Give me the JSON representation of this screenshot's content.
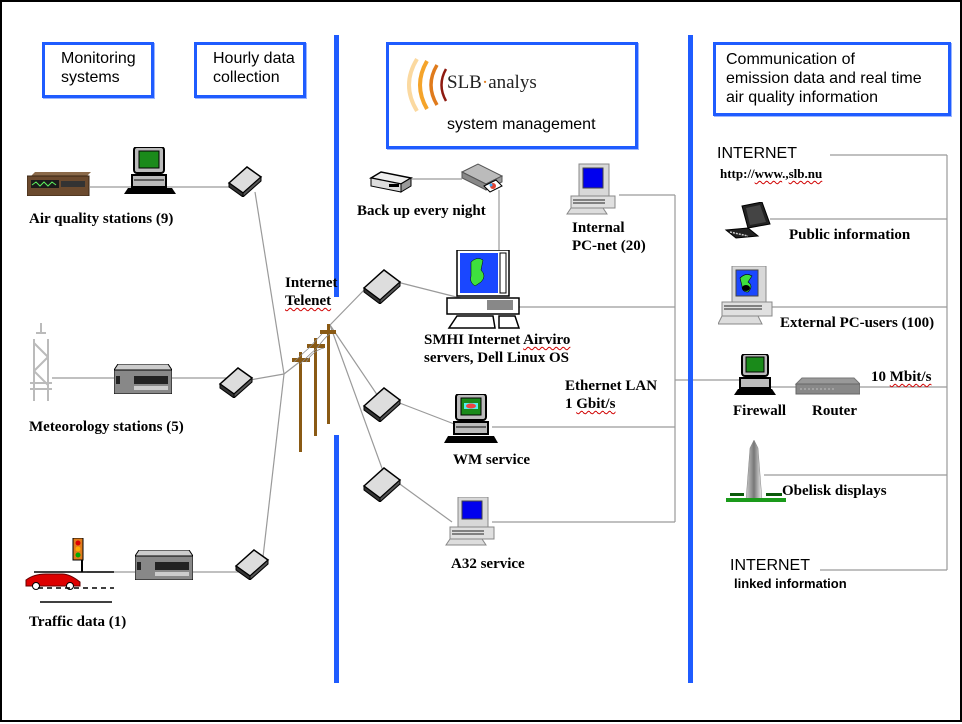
{
  "header_boxes": {
    "monitoring": "Monitoring systems",
    "monitoring_l1": "Monitoring",
    "monitoring_l2": "systems",
    "hourly_l1": "Hourly data",
    "hourly_l2": "collection",
    "slb_logo_text": "SLB·analys",
    "slb_logo_brand": "SLB",
    "slb_logo_dot": "·",
    "slb_logo_suffix": "analys",
    "system_management": "system management",
    "comm_l1": "Communication of",
    "comm_l2": "emission data and real time",
    "comm_l3": "air quality information"
  },
  "monitoring": {
    "air_quality": "Air quality stations (9)",
    "meteorology": "Meteorology stations (5)",
    "traffic": "Traffic data (1)"
  },
  "network": {
    "internet_l1": "Internet",
    "internet_l2": "Telenet"
  },
  "management": {
    "backup": "Back up every night",
    "internal_l1": "Internal",
    "internal_l2": "PC-net (20)",
    "servers_l1a": "SMHI Internet ",
    "servers_l1b": "Airviro",
    "servers_l2": "servers, Dell Linux OS",
    "ethernet_l1": "Ethernet LAN",
    "ethernet_l2a": "1 ",
    "ethernet_l2b": "Gbit/s",
    "wm_service": "WM service",
    "a32_service": "A32 service"
  },
  "communication": {
    "internet_top": "INTERNET",
    "url_prefix": "http://",
    "url_www": "www",
    "url_sep": ".,",
    "url_domain": "slb.nu",
    "public_info": "Public information",
    "external_users": "External PC-users (100)",
    "speed_prefix": "10 ",
    "speed_unit": "Mbit/s",
    "firewall": "Firewall",
    "router": "Router",
    "obelisk": "Obelisk displays",
    "internet_bottom": "INTERNET",
    "linked_info": "linked information"
  },
  "colors": {
    "accent_blue": "#1f5cff",
    "line_gray": "#999999",
    "pole_brown": "#8a5a14"
  }
}
